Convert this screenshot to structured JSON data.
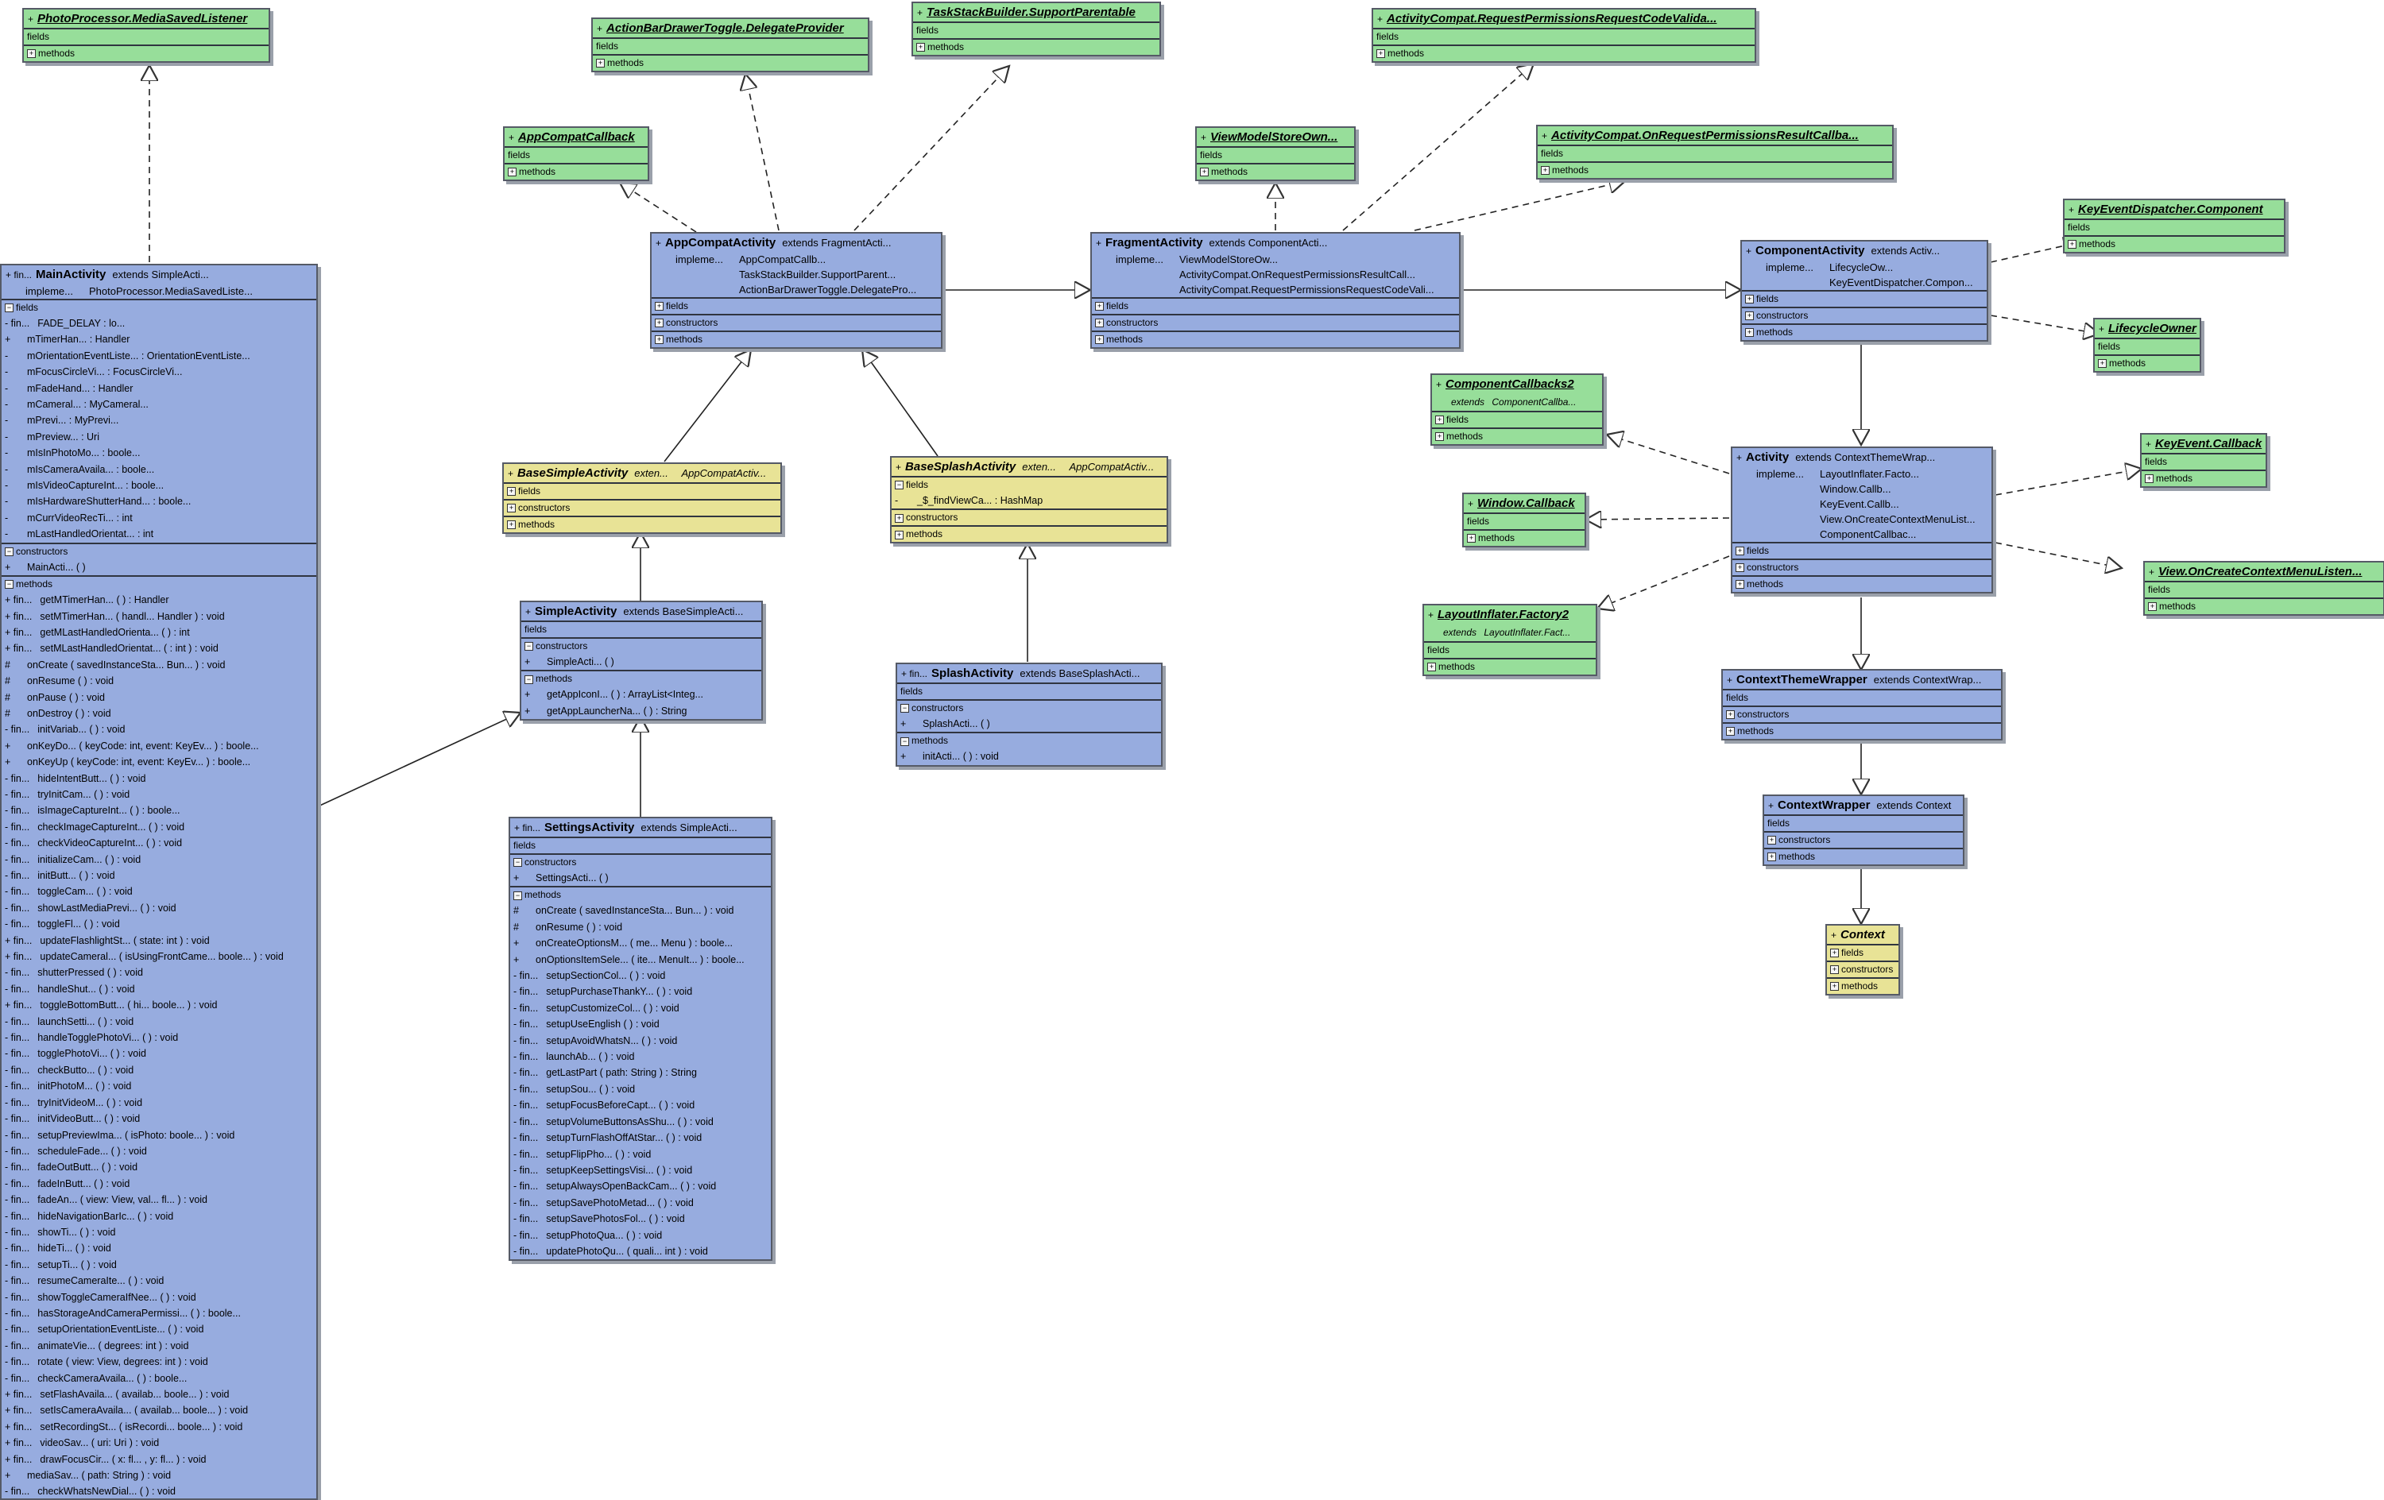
{
  "classes": {
    "photoprocessor_listener": {
      "vis": "+",
      "name": "PhotoProcessor.MediaSavedListener",
      "sections": [
        "fields",
        "methods"
      ]
    },
    "drawertoggle_provider": {
      "vis": "+",
      "name": "ActionBarDrawerToggle.DelegateProvider",
      "sections": [
        "fields",
        "methods"
      ]
    },
    "taskstack_parentable": {
      "vis": "+",
      "name": "TaskStackBuilder.SupportParentable",
      "sections": [
        "fields",
        "methods"
      ]
    },
    "activitycompat_validator": {
      "vis": "+",
      "name": "ActivityCompat.RequestPermissionsRequestCodeValida...",
      "sections": [
        "fields",
        "methods"
      ]
    },
    "appcompat_callback": {
      "vis": "+",
      "name": "AppCompatCallback",
      "sections": [
        "fields",
        "methods"
      ]
    },
    "viewmodelstore_owner": {
      "vis": "+",
      "name": "ViewModelStoreOwn...",
      "sections": [
        "fields",
        "methods"
      ]
    },
    "activitycompat_result_callback": {
      "vis": "+",
      "name": "ActivityCompat.OnRequestPermissionsResultCallba...",
      "sections": [
        "fields",
        "methods"
      ]
    },
    "keyevent_dispatcher_component": {
      "vis": "+",
      "name": "KeyEventDispatcher.Component",
      "sections": [
        "fields",
        "methods"
      ]
    },
    "lifecycle_owner": {
      "vis": "+",
      "name": "LifecycleOwner",
      "sections": [
        "fields",
        "methods"
      ]
    },
    "component_callbacks2": {
      "vis": "+",
      "name": "ComponentCallbacks2",
      "extends_kw": "extends",
      "extends": "ComponentCallba...",
      "sections": [
        "fields",
        "methods"
      ]
    },
    "keyevent_callback": {
      "vis": "+",
      "name": "KeyEvent.Callback",
      "sections": [
        "fields",
        "methods"
      ]
    },
    "window_callback": {
      "vis": "+",
      "name": "Window.Callback",
      "sections": [
        "fields",
        "methods"
      ]
    },
    "view_context_menu_listener": {
      "vis": "+",
      "name": "View.OnCreateContextMenuListen...",
      "sections": [
        "fields",
        "methods"
      ]
    },
    "layoutinflater_factory2": {
      "vis": "+",
      "name": "LayoutInflater.Factory2",
      "extends_kw": "extends",
      "extends": "LayoutInflater.Fact...",
      "sections": [
        "fields",
        "methods"
      ]
    },
    "main_activity": {
      "vis": "+ fin...",
      "name": "MainActivity",
      "extends": "extends SimpleActi...",
      "impl_kw": "impleme...",
      "impl": [
        "PhotoProcessor.MediaSavedListe..."
      ],
      "fields_label": "fields",
      "constructors_label": "constructors",
      "methods_label": "methods",
      "fields": [
        {
          "v": "- fin...",
          "t": "FADE_DELAY : lo..."
        },
        {
          "v": "+",
          "t": "mTimerHan...   : Handler"
        },
        {
          "v": "-",
          "t": "mOrientationEventListe...   : OrientationEventListe..."
        },
        {
          "v": "-",
          "t": "mFocusCircleVi...   : FocusCircleVi..."
        },
        {
          "v": "-",
          "t": "mFadeHand...   : Handler"
        },
        {
          "v": "-",
          "t": "mCameral...   : MyCameral..."
        },
        {
          "v": "-",
          "t": "mPrevi...   : MyPrevi..."
        },
        {
          "v": "-",
          "t": "mPreview...   : Uri"
        },
        {
          "v": "-",
          "t": "mIsInPhotoMo...   : boole..."
        },
        {
          "v": "-",
          "t": "mIsCameraAvaila...   : boole..."
        },
        {
          "v": "-",
          "t": "mIsVideoCaptureInt...   : boole..."
        },
        {
          "v": "-",
          "t": "mIsHardwareShutterHand...   : boole..."
        },
        {
          "v": "-",
          "t": "mCurrVideoRecTi...   : int"
        },
        {
          "v": "-",
          "t": "mLastHandledOrientat...   : int"
        }
      ],
      "constructors": [
        {
          "v": "+",
          "t": "MainActi...   ( )"
        }
      ],
      "methods": [
        {
          "v": "+ fin...",
          "t": "getMTimerHan...   ( ) : Handler"
        },
        {
          "v": "+ fin...",
          "t": "setMTimerHan...   ( handl...   Handler ) : void"
        },
        {
          "v": "+ fin...",
          "t": "getMLastHandledOrienta...   ( ) : int"
        },
        {
          "v": "+ fin...",
          "t": "setMLastHandledOrientat...   ( : int ) : void"
        },
        {
          "v": "#",
          "t": "onCreate ( savedInstanceSta...   Bun... ) : void"
        },
        {
          "v": "#",
          "t": "onResume ( ) : void"
        },
        {
          "v": "#",
          "t": "onPause ( ) : void"
        },
        {
          "v": "#",
          "t": "onDestroy ( ) : void"
        },
        {
          "v": "- fin...",
          "t": "initVariab...   ( ) : void"
        },
        {
          "v": "+",
          "t": "onKeyDo...   ( keyCode: int,   event: KeyEv...   ) : boole..."
        },
        {
          "v": "+",
          "t": "onKeyUp ( keyCode: int,   event: KeyEv...   ) : boole..."
        },
        {
          "v": "- fin...",
          "t": "hideIntentButt...   ( ) : void"
        },
        {
          "v": "- fin...",
          "t": "tryInitCam...   ( ) : void"
        },
        {
          "v": "- fin...",
          "t": "isImageCaptureInt...   ( ) : boole..."
        },
        {
          "v": "- fin...",
          "t": "checkImageCaptureInt...   ( ) : void"
        },
        {
          "v": "- fin...",
          "t": "checkVideoCaptureInt...   ( ) : void"
        },
        {
          "v": "- fin...",
          "t": "initializeCam...   ( ) : void"
        },
        {
          "v": "- fin...",
          "t": "initButt...   ( ) : void"
        },
        {
          "v": "- fin...",
          "t": "toggleCam...   ( ) : void"
        },
        {
          "v": "- fin...",
          "t": "showLastMediaPrevi...   ( ) : void"
        },
        {
          "v": "- fin...",
          "t": "toggleFl...   ( ) : void"
        },
        {
          "v": "+ fin...",
          "t": "updateFlashlightSt...   ( state: int ) : void"
        },
        {
          "v": "+ fin...",
          "t": "updateCameral...   ( isUsingFrontCame...   boole...   ) : void"
        },
        {
          "v": "- fin...",
          "t": "shutterPressed ( ) : void"
        },
        {
          "v": "- fin...",
          "t": "handleShut...   ( ) : void"
        },
        {
          "v": "+ fin...",
          "t": "toggleBottomButt...   ( hi...   boole...   ) : void"
        },
        {
          "v": "- fin...",
          "t": "launchSetti...   ( ) : void"
        },
        {
          "v": "- fin...",
          "t": "handleTogglePhotoVi...   ( ) : void"
        },
        {
          "v": "- fin...",
          "t": "togglePhotoVi...   ( ) : void"
        },
        {
          "v": "- fin...",
          "t": "checkButto...   ( ) : void"
        },
        {
          "v": "- fin...",
          "t": "initPhotoM...   ( ) : void"
        },
        {
          "v": "- fin...",
          "t": "tryInitVideoM...   ( ) : void"
        },
        {
          "v": "- fin...",
          "t": "initVideoButt...   ( ) : void"
        },
        {
          "v": "- fin...",
          "t": "setupPreviewIma...   ( isPhoto: boole...   ) : void"
        },
        {
          "v": "- fin...",
          "t": "scheduleFade...   ( ) : void"
        },
        {
          "v": "- fin...",
          "t": "fadeOutButt...   ( ) : void"
        },
        {
          "v": "- fin...",
          "t": "fadeInButt...   ( ) : void"
        },
        {
          "v": "- fin...",
          "t": "fadeAn...   ( view: View,   val...   fl...   ) : void"
        },
        {
          "v": "- fin...",
          "t": "hideNavigationBarIc...   ( ) : void"
        },
        {
          "v": "- fin...",
          "t": "showTi...   ( ) : void"
        },
        {
          "v": "- fin...",
          "t": "hideTi...   ( ) : void"
        },
        {
          "v": "- fin...",
          "t": "setupTi...   ( ) : void"
        },
        {
          "v": "- fin...",
          "t": "resumeCameraIte...   ( ) : void"
        },
        {
          "v": "- fin...",
          "t": "showToggleCameraIfNee...   ( ) : void"
        },
        {
          "v": "- fin...",
          "t": "hasStorageAndCameraPermissi...   ( ) : boole..."
        },
        {
          "v": "- fin...",
          "t": "setupOrientationEventListe...   ( ) : void"
        },
        {
          "v": "- fin...",
          "t": "animateVie...   ( degrees: int ) : void"
        },
        {
          "v": "- fin...",
          "t": "rotate ( view: View,   degrees: int ) : void"
        },
        {
          "v": "- fin...",
          "t": "checkCameraAvaila...   ( ) : boole..."
        },
        {
          "v": "+ fin...",
          "t": "setFlashAvaila...   ( availab...   boole...   ) : void"
        },
        {
          "v": "+ fin...",
          "t": "setIsCameraAvaila...   ( availab...   boole...   ) : void"
        },
        {
          "v": "+ fin...",
          "t": "setRecordingSt...   ( isRecordi...   boole...   ) : void"
        },
        {
          "v": "+ fin...",
          "t": "videoSav...   ( uri: Uri ) : void"
        },
        {
          "v": "+ fin...",
          "t": "drawFocusCir...   ( x: fl...   ,   y: fl...   ) : void"
        },
        {
          "v": "+",
          "t": "mediaSav...   ( path: String ) : void"
        },
        {
          "v": "- fin...",
          "t": "checkWhatsNewDial...   ( ) : void"
        }
      ]
    },
    "appcompat_activity": {
      "vis": "+",
      "name": "AppCompatActivity",
      "extends": "extends FragmentActi...",
      "impl_kw": "impleme...",
      "impl": [
        "AppCompatCallb...",
        "TaskStackBuilder.SupportParent...",
        "ActionBarDrawerToggle.DelegatePro..."
      ],
      "sections": [
        "fields",
        "constructors",
        "methods"
      ]
    },
    "fragment_activity": {
      "vis": "+",
      "name": "FragmentActivity",
      "extends": "extends ComponentActi...",
      "impl_kw": "impleme...",
      "impl": [
        "ViewModelStoreOw...",
        "ActivityCompat.OnRequestPermissionsResultCall...",
        "ActivityCompat.RequestPermissionsRequestCodeVali..."
      ],
      "sections": [
        "fields",
        "constructors",
        "methods"
      ]
    },
    "component_activity": {
      "vis": "+",
      "name": "ComponentActivity",
      "extends": "extends Activ...",
      "impl_kw": "impleme...",
      "impl": [
        "LifecycleOw...",
        "KeyEventDispatcher.Compon..."
      ],
      "sections": [
        "fields",
        "constructors",
        "methods"
      ]
    },
    "activity": {
      "vis": "+",
      "name": "Activity",
      "extends": "extends ContextThemeWrap...",
      "impl_kw": "impleme...",
      "impl": [
        "LayoutInflater.Facto...",
        "Window.Callb...",
        "KeyEvent.Callb...",
        "View.OnCreateContextMenuList...",
        "ComponentCallbac..."
      ],
      "sections": [
        "fields",
        "constructors",
        "methods"
      ]
    },
    "context_theme_wrapper": {
      "vis": "+",
      "name": "ContextThemeWrapper",
      "extends": "extends ContextWrap...",
      "sections": [
        "fields",
        "constructors",
        "methods"
      ]
    },
    "context_wrapper": {
      "vis": "+",
      "name": "ContextWrapper",
      "extends": "extends Context",
      "sections": [
        "fields",
        "constructors",
        "methods"
      ]
    },
    "context": {
      "vis": "+",
      "name": "Context",
      "sections": [
        "fields",
        "constructors",
        "methods"
      ]
    },
    "base_simple_activity": {
      "vis": "+",
      "name": "BaseSimpleActivity",
      "extends_kw": "exten...",
      "extends": "AppCompatActiv...",
      "sections": [
        "fields",
        "constructors",
        "methods"
      ]
    },
    "base_splash_activity": {
      "vis": "+",
      "name": "BaseSplashActivity",
      "extends_kw": "exten...",
      "extends": "AppCompatActiv...",
      "fields_label": "fields",
      "constructors_label": "constructors",
      "methods_label": "methods",
      "fields": [
        {
          "v": "-",
          "t": "_$_findViewCa...   : HashMap"
        }
      ]
    },
    "simple_activity": {
      "vis": "+",
      "name": "SimpleActivity",
      "extends": "extends BaseSimpleActi...",
      "fields_label": "fields",
      "constructors_label": "constructors",
      "methods_label": "methods",
      "constructors": [
        {
          "v": "+",
          "t": "SimpleActi...   ( )"
        }
      ],
      "methods": [
        {
          "v": "+",
          "t": "getAppIconI...   ( ) : ArrayList<Integ..."
        },
        {
          "v": "+",
          "t": "getAppLauncherNa...   ( ) : String"
        }
      ]
    },
    "splash_activity": {
      "vis": "+ fin...",
      "name": "SplashActivity",
      "extends": "extends BaseSplashActi...",
      "fields_label": "fields",
      "constructors_label": "constructors",
      "methods_label": "methods",
      "constructors": [
        {
          "v": "+",
          "t": "SplashActi...   ( )"
        }
      ],
      "methods": [
        {
          "v": "+",
          "t": "initActi...   ( ) : void"
        }
      ]
    },
    "settings_activity": {
      "vis": "+ fin...",
      "name": "SettingsActivity",
      "extends": "extends SimpleActi...",
      "fields_label": "fields",
      "constructors_label": "constructors",
      "methods_label": "methods",
      "constructors": [
        {
          "v": "+",
          "t": "SettingsActi...   ( )"
        }
      ],
      "methods": [
        {
          "v": "#",
          "t": "onCreate ( savedInstanceSta...   Bun...   ) : void"
        },
        {
          "v": "#",
          "t": "onResume ( ) : void"
        },
        {
          "v": "+",
          "t": "onCreateOptionsM...   ( me...   Menu ) : boole..."
        },
        {
          "v": "+",
          "t": "onOptionsItemSele...   ( ite...   MenuIt...   ) : boole..."
        },
        {
          "v": "- fin...",
          "t": "setupSectionCol...   ( ) : void"
        },
        {
          "v": "- fin...",
          "t": "setupPurchaseThankY...   ( ) : void"
        },
        {
          "v": "- fin...",
          "t": "setupCustomizeCol...   ( ) : void"
        },
        {
          "v": "- fin...",
          "t": "setupUseEnglish ( ) : void"
        },
        {
          "v": "- fin...",
          "t": "setupAvoidWhatsN...   ( ) : void"
        },
        {
          "v": "- fin...",
          "t": "launchAb...   ( ) : void"
        },
        {
          "v": "- fin...",
          "t": "getLastPart ( path: String ) : String"
        },
        {
          "v": "- fin...",
          "t": "setupSou...   ( ) : void"
        },
        {
          "v": "- fin...",
          "t": "setupFocusBeforeCapt...   ( ) : void"
        },
        {
          "v": "- fin...",
          "t": "setupVolumeButtonsAsShu...   ( ) : void"
        },
        {
          "v": "- fin...",
          "t": "setupTurnFlashOffAtStar...   ( ) : void"
        },
        {
          "v": "- fin...",
          "t": "setupFlipPho...   ( ) : void"
        },
        {
          "v": "- fin...",
          "t": "setupKeepSettingsVisi...   ( ) : void"
        },
        {
          "v": "- fin...",
          "t": "setupAlwaysOpenBackCam...   ( ) : void"
        },
        {
          "v": "- fin...",
          "t": "setupSavePhotoMetad...   ( ) : void"
        },
        {
          "v": "- fin...",
          "t": "setupSavePhotosFol...   ( ) : void"
        },
        {
          "v": "- fin...",
          "t": "setupPhotoQua...   ( ) : void"
        },
        {
          "v": "- fin...",
          "t": "updatePhotoQu...   ( quali...   int ) : void"
        }
      ]
    }
  }
}
